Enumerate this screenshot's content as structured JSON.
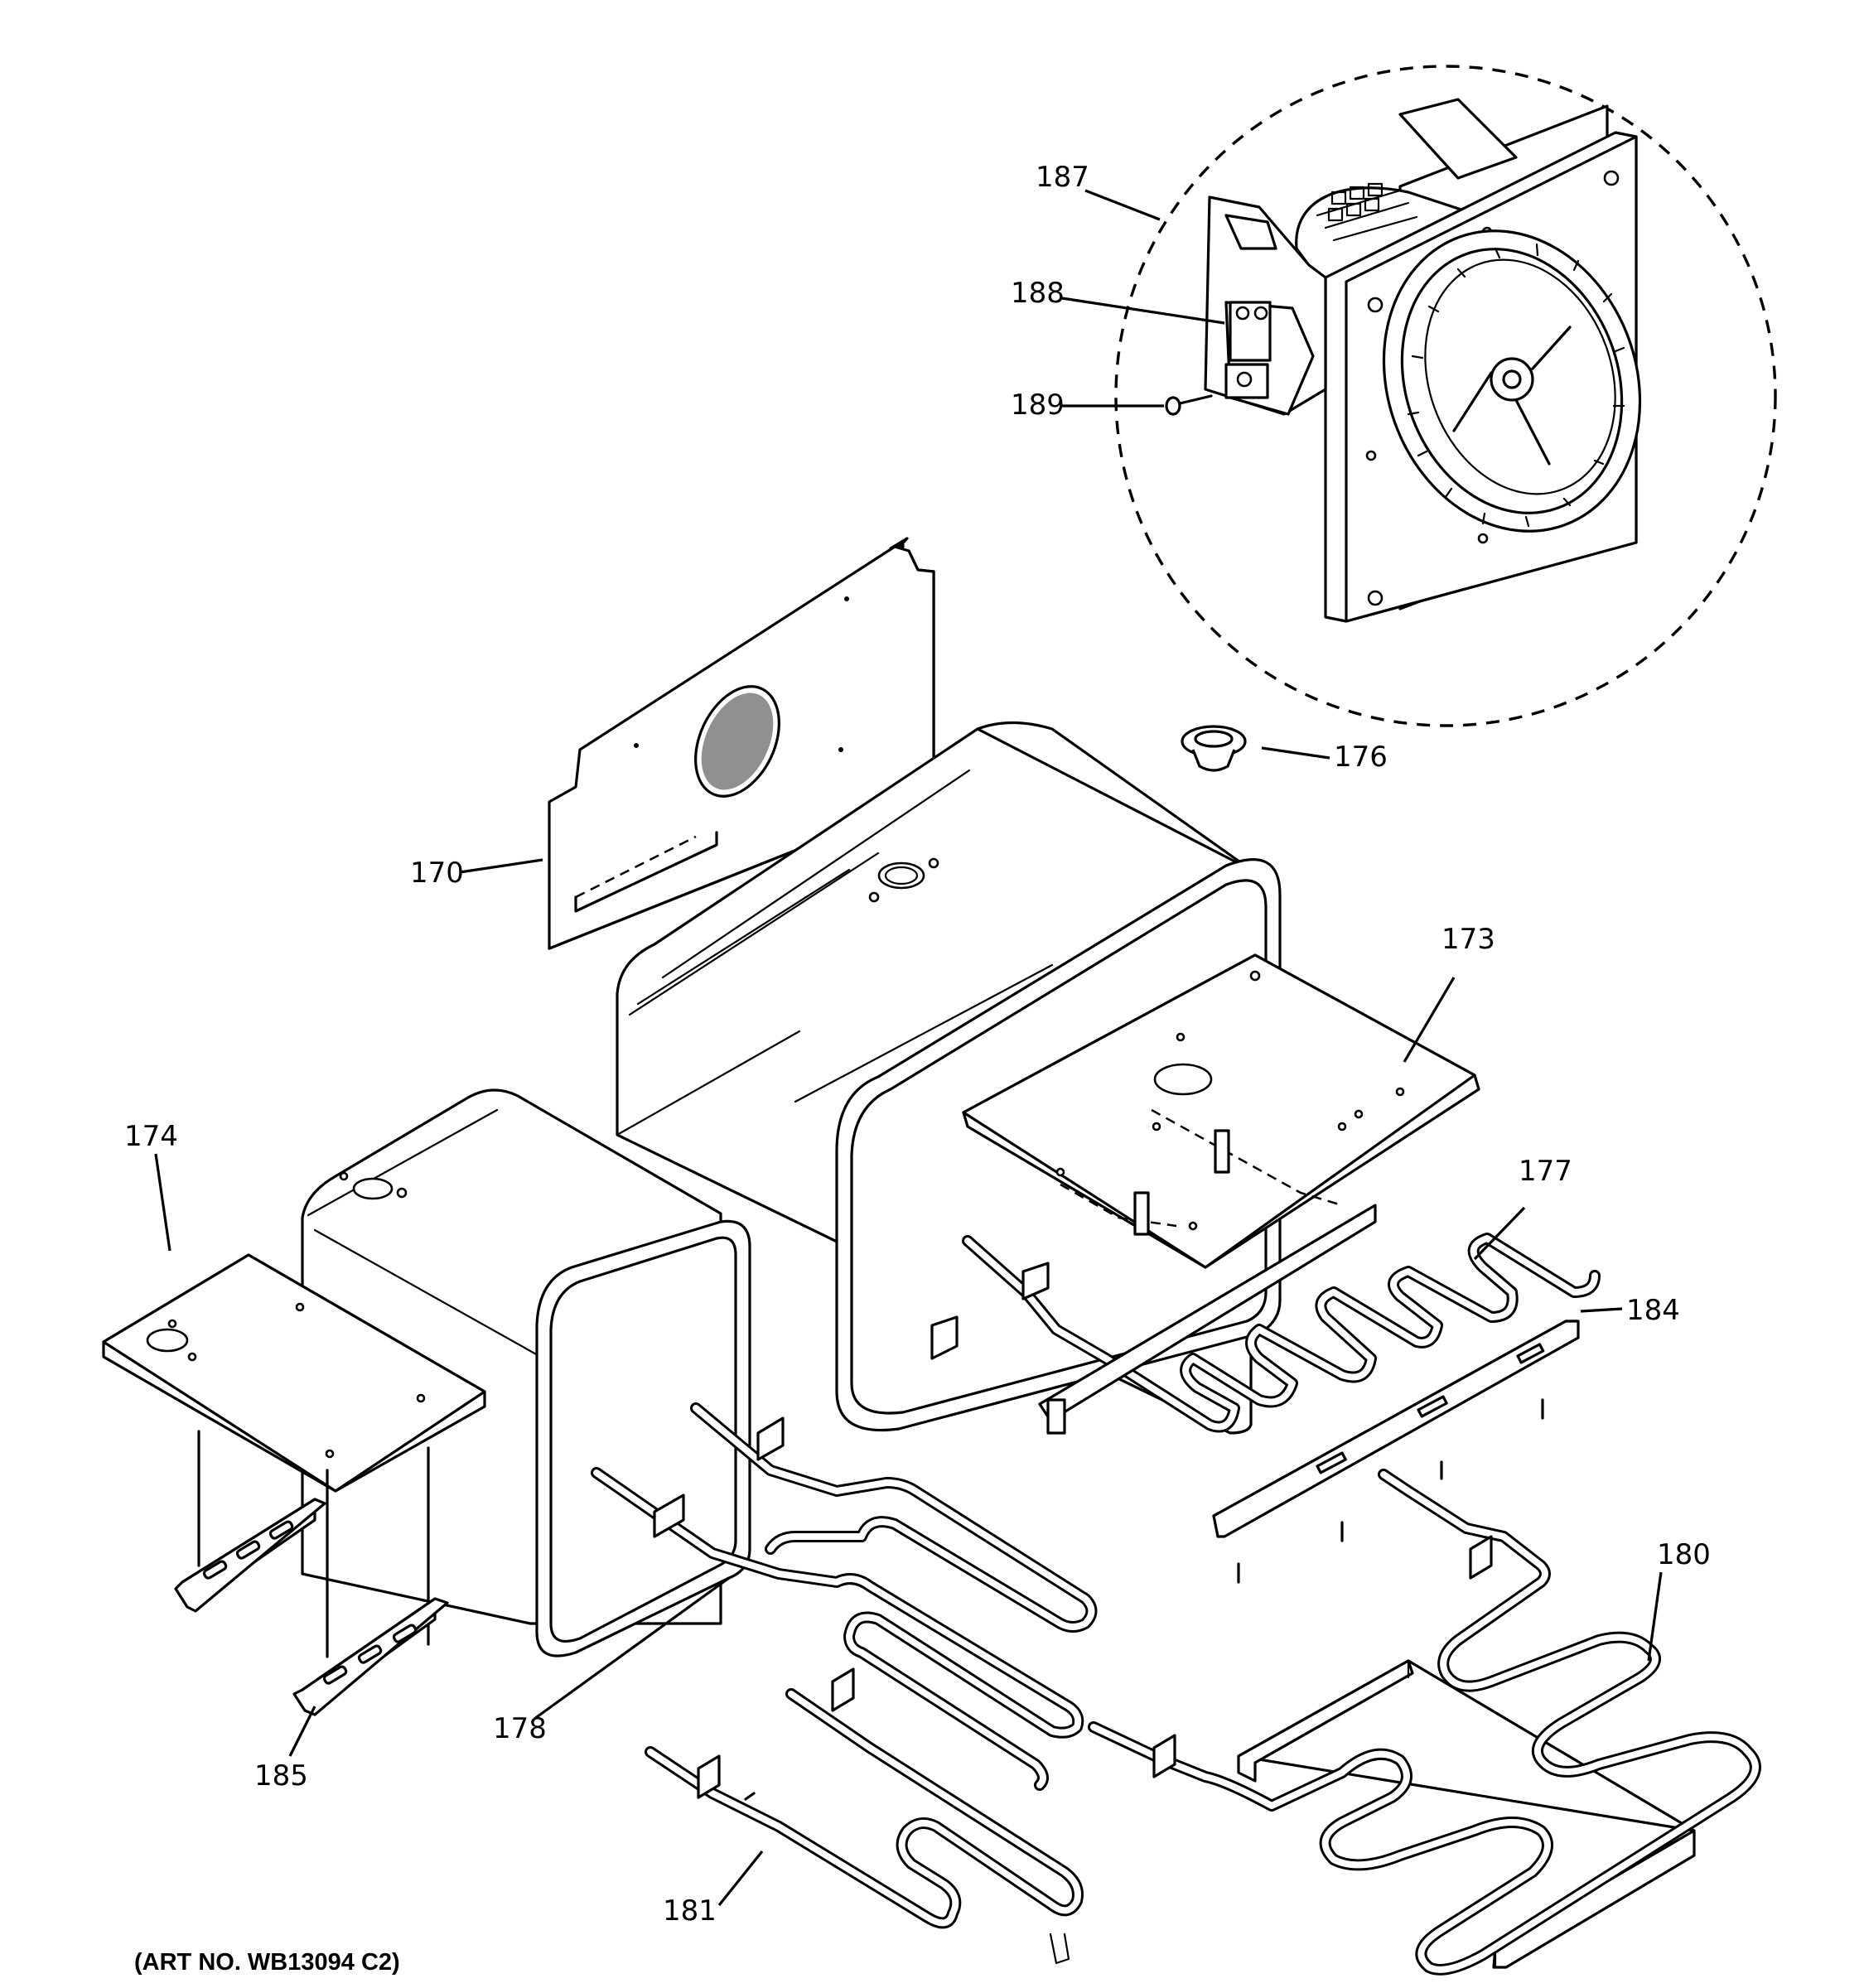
{
  "diagram": {
    "callouts": [
      {
        "id": "label-170",
        "text": "170"
      },
      {
        "id": "label-173",
        "text": "173"
      },
      {
        "id": "label-174",
        "text": "174"
      },
      {
        "id": "label-176",
        "text": "176"
      },
      {
        "id": "label-177",
        "text": "177"
      },
      {
        "id": "label-178",
        "text": "178"
      },
      {
        "id": "label-180",
        "text": "180"
      },
      {
        "id": "label-181",
        "text": "181"
      },
      {
        "id": "label-184",
        "text": "184"
      },
      {
        "id": "label-185",
        "text": "185"
      },
      {
        "id": "label-187",
        "text": "187"
      },
      {
        "id": "label-188",
        "text": "188"
      },
      {
        "id": "label-189",
        "text": "189"
      }
    ],
    "art_number": "(ART NO. WB13094 C2)"
  }
}
